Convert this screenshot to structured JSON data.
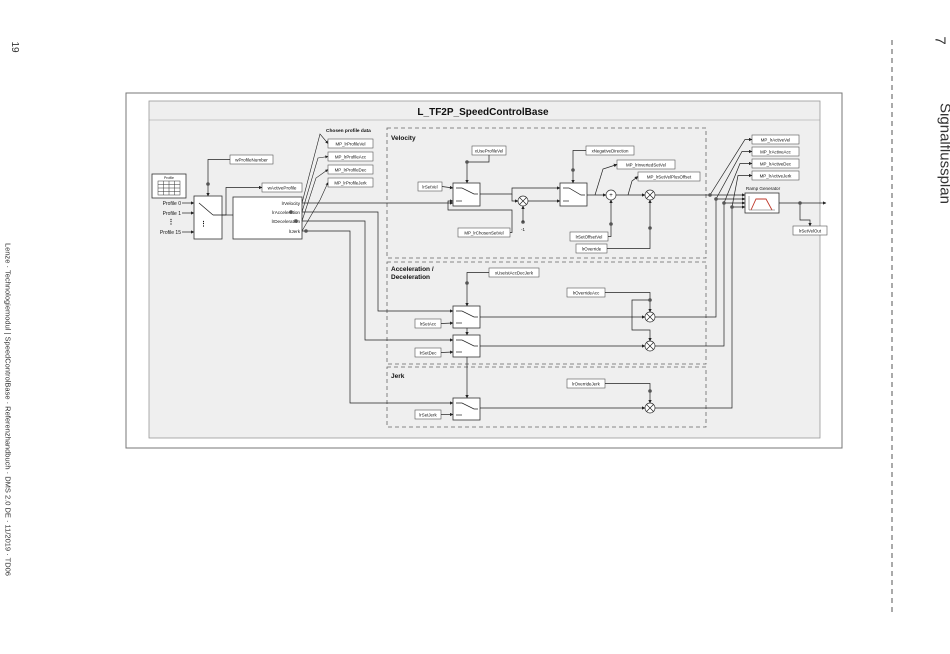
{
  "page": {
    "number": "19",
    "footer": "Lenze · Technologiemodul | SpeedControlBase · Referenzhandbuch · DMS 2.0 DE · 11/2019 · TD06",
    "chapter_number": "7",
    "chapter_title": "Signalflussplan"
  },
  "diagram": {
    "title": "L_TF2P_SpeedControlBase",
    "profile_table_label": "Profile",
    "profiles": [
      "Profile 0",
      "Profile 1",
      "⋮",
      "Profile 15"
    ],
    "wProfileNumber": "wProfileNumber",
    "wActiveProfile": "wActiveProfile",
    "chosen_header": "Chosen profile data",
    "chosen_outputs": [
      "lrVelocity",
      "lrAcceleration",
      "lrDeceleration",
      "lrJerk"
    ],
    "profile_params": [
      "MP_lrProfileVel",
      "MP_lrProfileAcc",
      "MP_lrProfileDec",
      "MP_lrProfileJerk"
    ],
    "velocity": {
      "title": "Velocity",
      "xUseProfileVel": "xUseProfileVel",
      "lrSetVel": "lrSetVel",
      "MP_lrChosenSetVel": "MP_lrChosenSetVel",
      "xNegativeDirection": "xNegativeDirection",
      "MP_lrInvertedSetVel": "MP_lrInvertedSetVel",
      "MP_lrSetVelPlusOffset": "MP_lrSetVelPlusOffset",
      "lrSetOffsetVel": "lrSetOffsetVel",
      "lrOverride": "lrOverride",
      "minus_one": "-1",
      "plus": "+"
    },
    "accdec": {
      "title_line1": "Acceleration /",
      "title_line2": "Deceleration",
      "xUseIstAccDecJerk": "xUseIstAccDecJerk",
      "lrOverrideAcc": "lrOverrideAcc",
      "lrSetAcc": "lrSetAcc",
      "lrSetDec": "lrSetDec"
    },
    "jerk": {
      "title": "Jerk",
      "lrOverrideJerk": "lrOverrideJerk",
      "lrSetJerk": "lrSetJerk"
    },
    "active_outputs": [
      "MP_lrActiveVel",
      "MP_lrActiveAcc",
      "MP_lrActiveDec",
      "MP_lrActiveJerk"
    ],
    "ramp_generator": "Ramp Generator",
    "lrSetVelOut": "lrSetVelOut"
  }
}
